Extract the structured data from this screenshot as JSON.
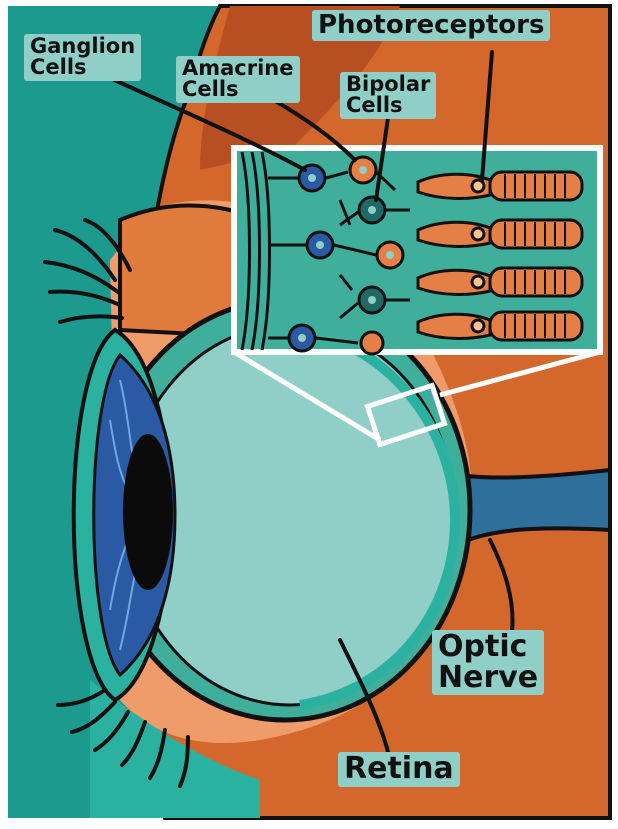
{
  "labels": {
    "ganglion": [
      "Ganglion",
      "Cells"
    ],
    "amacrine": [
      "Amacrine",
      "Cells"
    ],
    "bipolar": [
      "Bipolar",
      "Cells"
    ],
    "photoreceptors": "Photoreceptors",
    "optic_nerve": [
      "Optic",
      "Nerve"
    ],
    "retina": "Retina"
  },
  "colors": {
    "background_teal": "#1d9a8e",
    "face_orange": "#d4672c",
    "face_dark_orange": "#b84f22",
    "skin_light": "#ef9b6a",
    "eye_green": "#3fae9a",
    "eye_inner": "#8fcfc7",
    "nerve_blue": "#2f6f9b",
    "iris_blue": "#2a5aa3",
    "label_bg": "#8fcfc7",
    "photoreceptor": "#e67f45"
  }
}
